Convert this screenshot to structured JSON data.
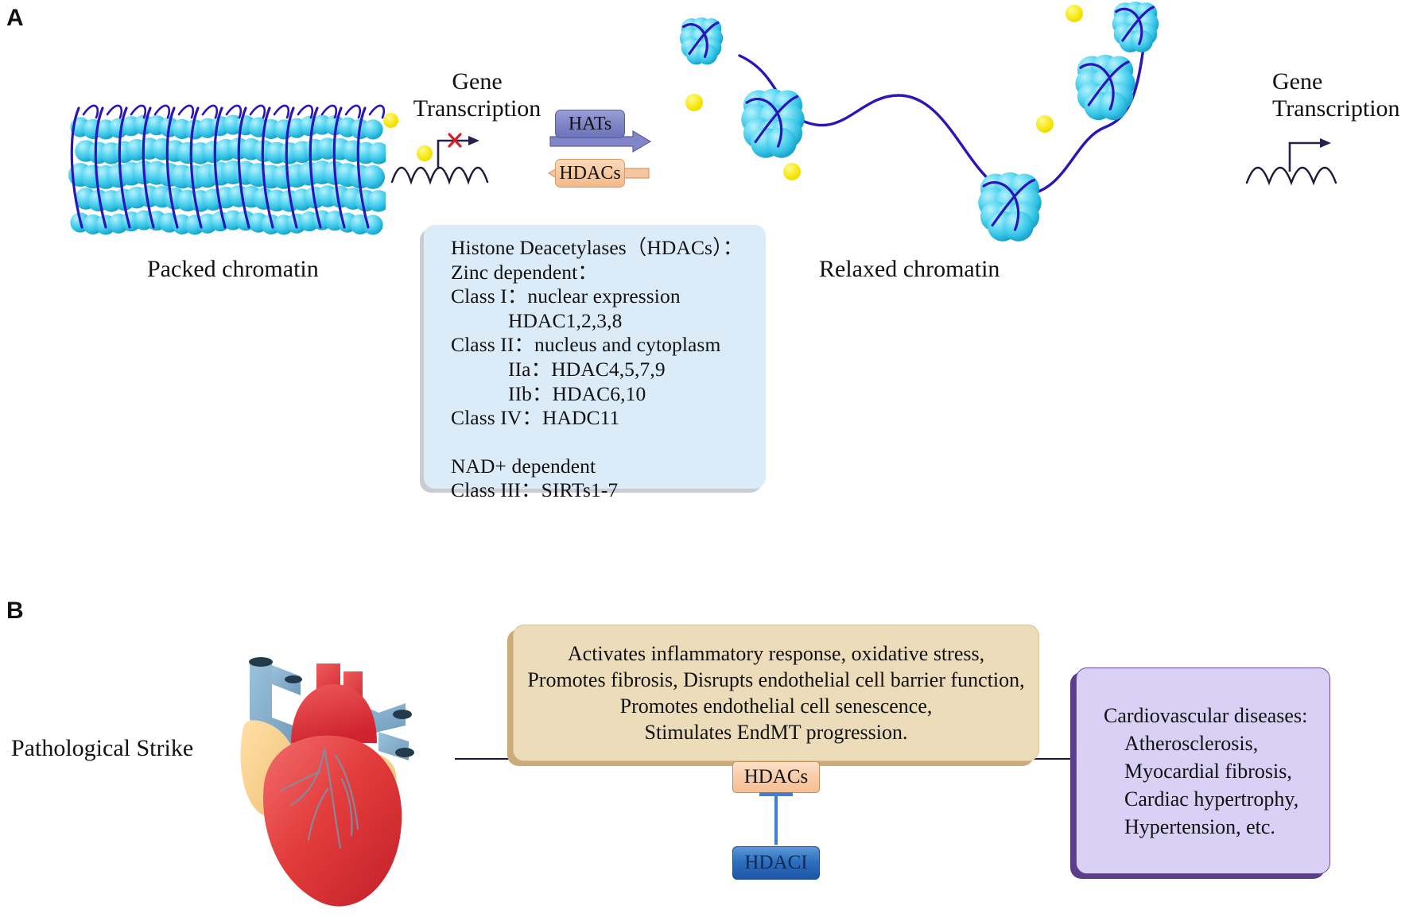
{
  "figure": {
    "panel_a_letter": "A",
    "panel_b_letter": "B"
  },
  "panel_a": {
    "packed_label": "Packed  chromatin",
    "relaxed_label": "Relaxed chromatin",
    "gene_transcription_left": {
      "line1": "Gene",
      "line2": "Transcription"
    },
    "gene_transcription_right": {
      "line1": "Gene",
      "line2": "Transcription"
    },
    "hats_label": "HATs",
    "hdacs_label": "HDACs",
    "hats_color": "#7d83c4",
    "hdacs_color": "#f7c59c",
    "blocked_marker": "x",
    "info_box": {
      "bg_color": "#dcebf8",
      "lines": [
        "Histone Deacetylases（HDACs）：",
        "Zinc dependent：",
        "Class I：nuclear expression",
        "HDAC1,2,3,8",
        "Class II：nucleus and cytoplasm",
        "IIa：HDAC4,5,7,9",
        "IIb：HDAC6,10",
        "Class IV：HADC11",
        "",
        "NAD+ dependent",
        "Class III：SIRTs1-7"
      ],
      "line_indent": [
        false,
        false,
        false,
        true,
        false,
        true,
        true,
        false,
        false,
        false,
        false
      ]
    }
  },
  "panel_b": {
    "pathological_strike_label": "Pathological Strike",
    "effects_box": {
      "bg_color": "#ecdcba",
      "lines": [
        "Activates inflammatory response, oxidative stress,",
        "Promotes fibrosis, Disrupts endothelial cell barrier function,",
        "Promotes endothelial cell senescence,",
        "Stimulates EndMT progression."
      ]
    },
    "disease_box": {
      "bg_color": "#d9d1f5",
      "border_color": "#6e4b9e",
      "lines": [
        "Cardiovascular diseases:",
        "Atherosclerosis,",
        "Myocardial fibrosis,",
        "Cardiac hypertrophy,",
        "Hypertension, etc."
      ],
      "line_indent": [
        false,
        true,
        true,
        true,
        true
      ]
    },
    "hdacs_node_label": "HDACs",
    "hdaci_node_label": "HDACI",
    "hdaci_color": "#2f6fc0",
    "inhibition_color": "#3f7fd0"
  }
}
